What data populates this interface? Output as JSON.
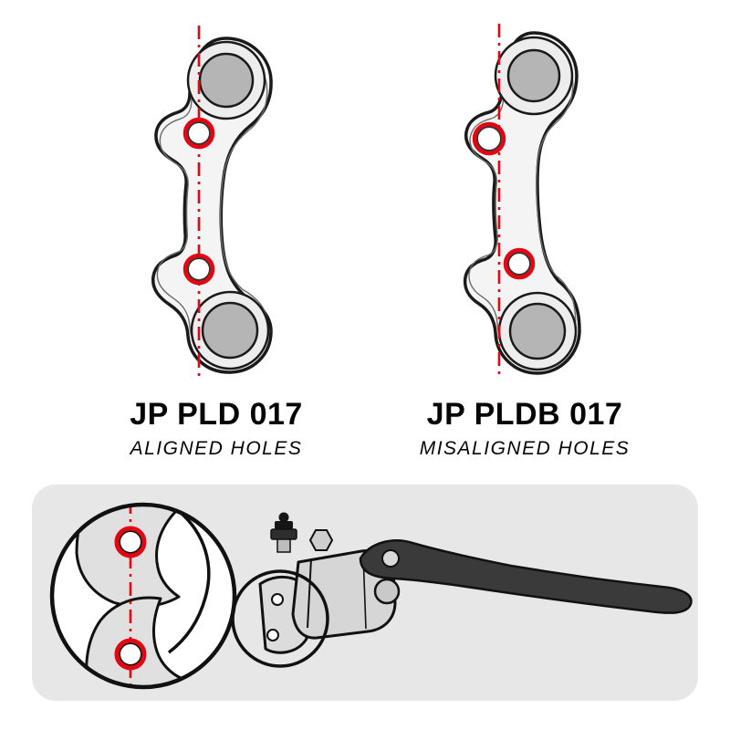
{
  "diagram": {
    "left": {
      "title": "JP PLD 017",
      "subtitle": "ALIGNED HOLES"
    },
    "right": {
      "title": "JP PLDB 017",
      "subtitle": "MISALIGNED HOLES"
    }
  },
  "colors": {
    "accent_red": "#e30613",
    "outline": "#1a1a1a",
    "plate_fill": "#f4f4f4",
    "boss_gray": "#b5b5b5",
    "panel_gray": "#e7e7e7",
    "lever_dark": "#3a3a3a"
  }
}
